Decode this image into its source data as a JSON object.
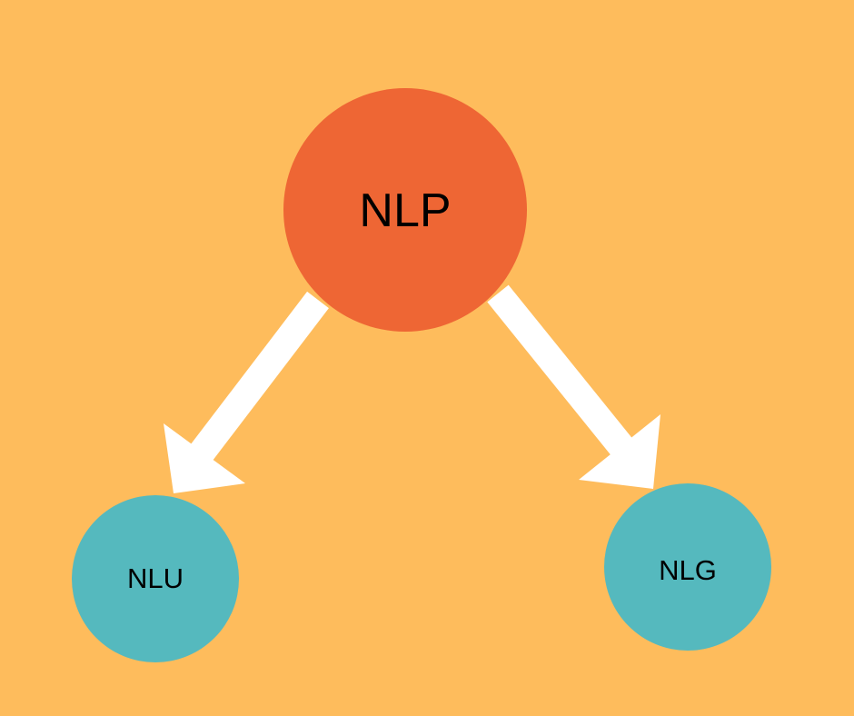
{
  "diagram": {
    "root": {
      "label": "NLP"
    },
    "children": [
      {
        "label": "NLU"
      },
      {
        "label": "NLG"
      }
    ]
  },
  "colors": {
    "background": "#FEBC5C",
    "root_fill": "#EE6634",
    "child_fill": "#55B9BE",
    "arrow": "#FFFFFF",
    "text": "#000000"
  }
}
